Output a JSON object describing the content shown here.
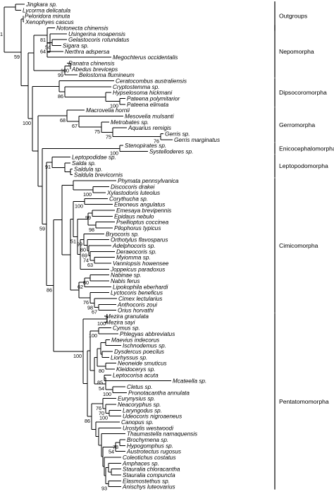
{
  "tree": {
    "taxa": [
      "Jingkara sp.",
      "Lycorma delicatula",
      "Peloridora minuta",
      "Xenophyes cascus",
      "Notonecta chinensis",
      "Usingerina moapensis",
      "Gelastocoris rotundatus",
      "Sigara sp.",
      "Nerthra adspersa",
      "Megochterus occidentalis",
      "Ranatra chinensis",
      "Abedus breviceps",
      "Belostoma flumineum",
      "Ceratocombus australiensis",
      "Cryptostemma sp.",
      "Hypselosoma hickmani",
      "Pateena polymitarior",
      "Pateena elimata",
      "Macrovelia hornii",
      "Mesovelia mulsanti",
      "Metrobates sp.",
      "Aquarius remigis",
      "Gerris sp.",
      "Gerris marginatus",
      "Stenopirates sp.",
      "Systelloderes sp.",
      "Leptopodidae sp.",
      "Salda sp.",
      "Saldula sp.",
      "Saldula brevicornis",
      "Phymata pennsylvanica",
      "Discocoris drakei",
      "Xylastodoris luteolus",
      "Corythucha sp.",
      "Eteoneus angulatus",
      "Emesaya brevipennis",
      "Epidaus nebulo",
      "Psellioptus coccinea",
      "Pilophorus typicus",
      "Bryocoris sp.",
      "Orthotylus flavosparus",
      "Adelphocoris sp.",
      "Deraeocoris sp.",
      "Myiomma sp.",
      "Vanniopsis howensee",
      "Joppeicus paradoxus",
      "Nabinae sp.",
      "Nabis ferus",
      "Lipokophila eberhardi",
      "Lyctocoris beneficus",
      "Cimex lectularius",
      "Anthocoris zoui",
      "Orius horvathi",
      "Mezira granulata",
      "Mezira sayi",
      "Cymus sp.",
      "Phlegyas abbreviatus",
      "Maevius indecorus",
      "Ischnodemus sp.",
      "Dysdercus poecilus",
      "Liorhyssus sp.",
      "Neoneide smuticus",
      "Kleidocerys sp.",
      "Leptocorisa acuta",
      "Mcateella sp.",
      "Cletus sp.",
      "Pronotacantha annulata",
      "Eurynysius sp.",
      "Neacoryphus sp.",
      "Laryngodus sp.",
      "Udeocoris nigroaeneus",
      "Canopus sp.",
      "Urostylis westwoodi",
      "Thaumastella namaquensis",
      "Brochymena sp.",
      "Hypogomphus sp.",
      "Austrotectus rugosus",
      "Coleotichus costatus",
      "Amphaces sp.",
      "Stauralia chloracantha",
      "Stauralia compuncta",
      "Elasmostethus sp.",
      "Anischys luteovarius"
    ],
    "support": [
      "91",
      "59",
      "100",
      "81",
      "54",
      "64",
      "99",
      "100",
      "86",
      "100",
      "67",
      "68",
      "75",
      "75",
      "76",
      "100",
      "91",
      "59",
      "100",
      "100",
      "99",
      "98",
      "51",
      "99",
      "80",
      "69",
      "74",
      "63",
      "62",
      "80",
      "76",
      "98",
      "67",
      "86",
      "100",
      "100",
      "100",
      "80",
      "85",
      "54",
      "100",
      "86",
      "76",
      "70",
      "100",
      "78",
      "54",
      "93"
    ],
    "groups": [
      {
        "label": "Outgroups",
        "color": "#000000"
      },
      {
        "label": "Nepomorpha",
        "color": "#000000"
      },
      {
        "label": "Dipsocoromorpha",
        "color": "#000000"
      },
      {
        "label": "Gerromorpha",
        "color": "#000000"
      },
      {
        "label": "Enicocephalomorpha",
        "color": "#000000"
      },
      {
        "label": "Leptopodomorpha",
        "color": "#000000"
      },
      {
        "label": "Cimicomorpha",
        "color": "#000000"
      },
      {
        "label": "Pentatomomorpha",
        "color": "#000000"
      }
    ]
  }
}
